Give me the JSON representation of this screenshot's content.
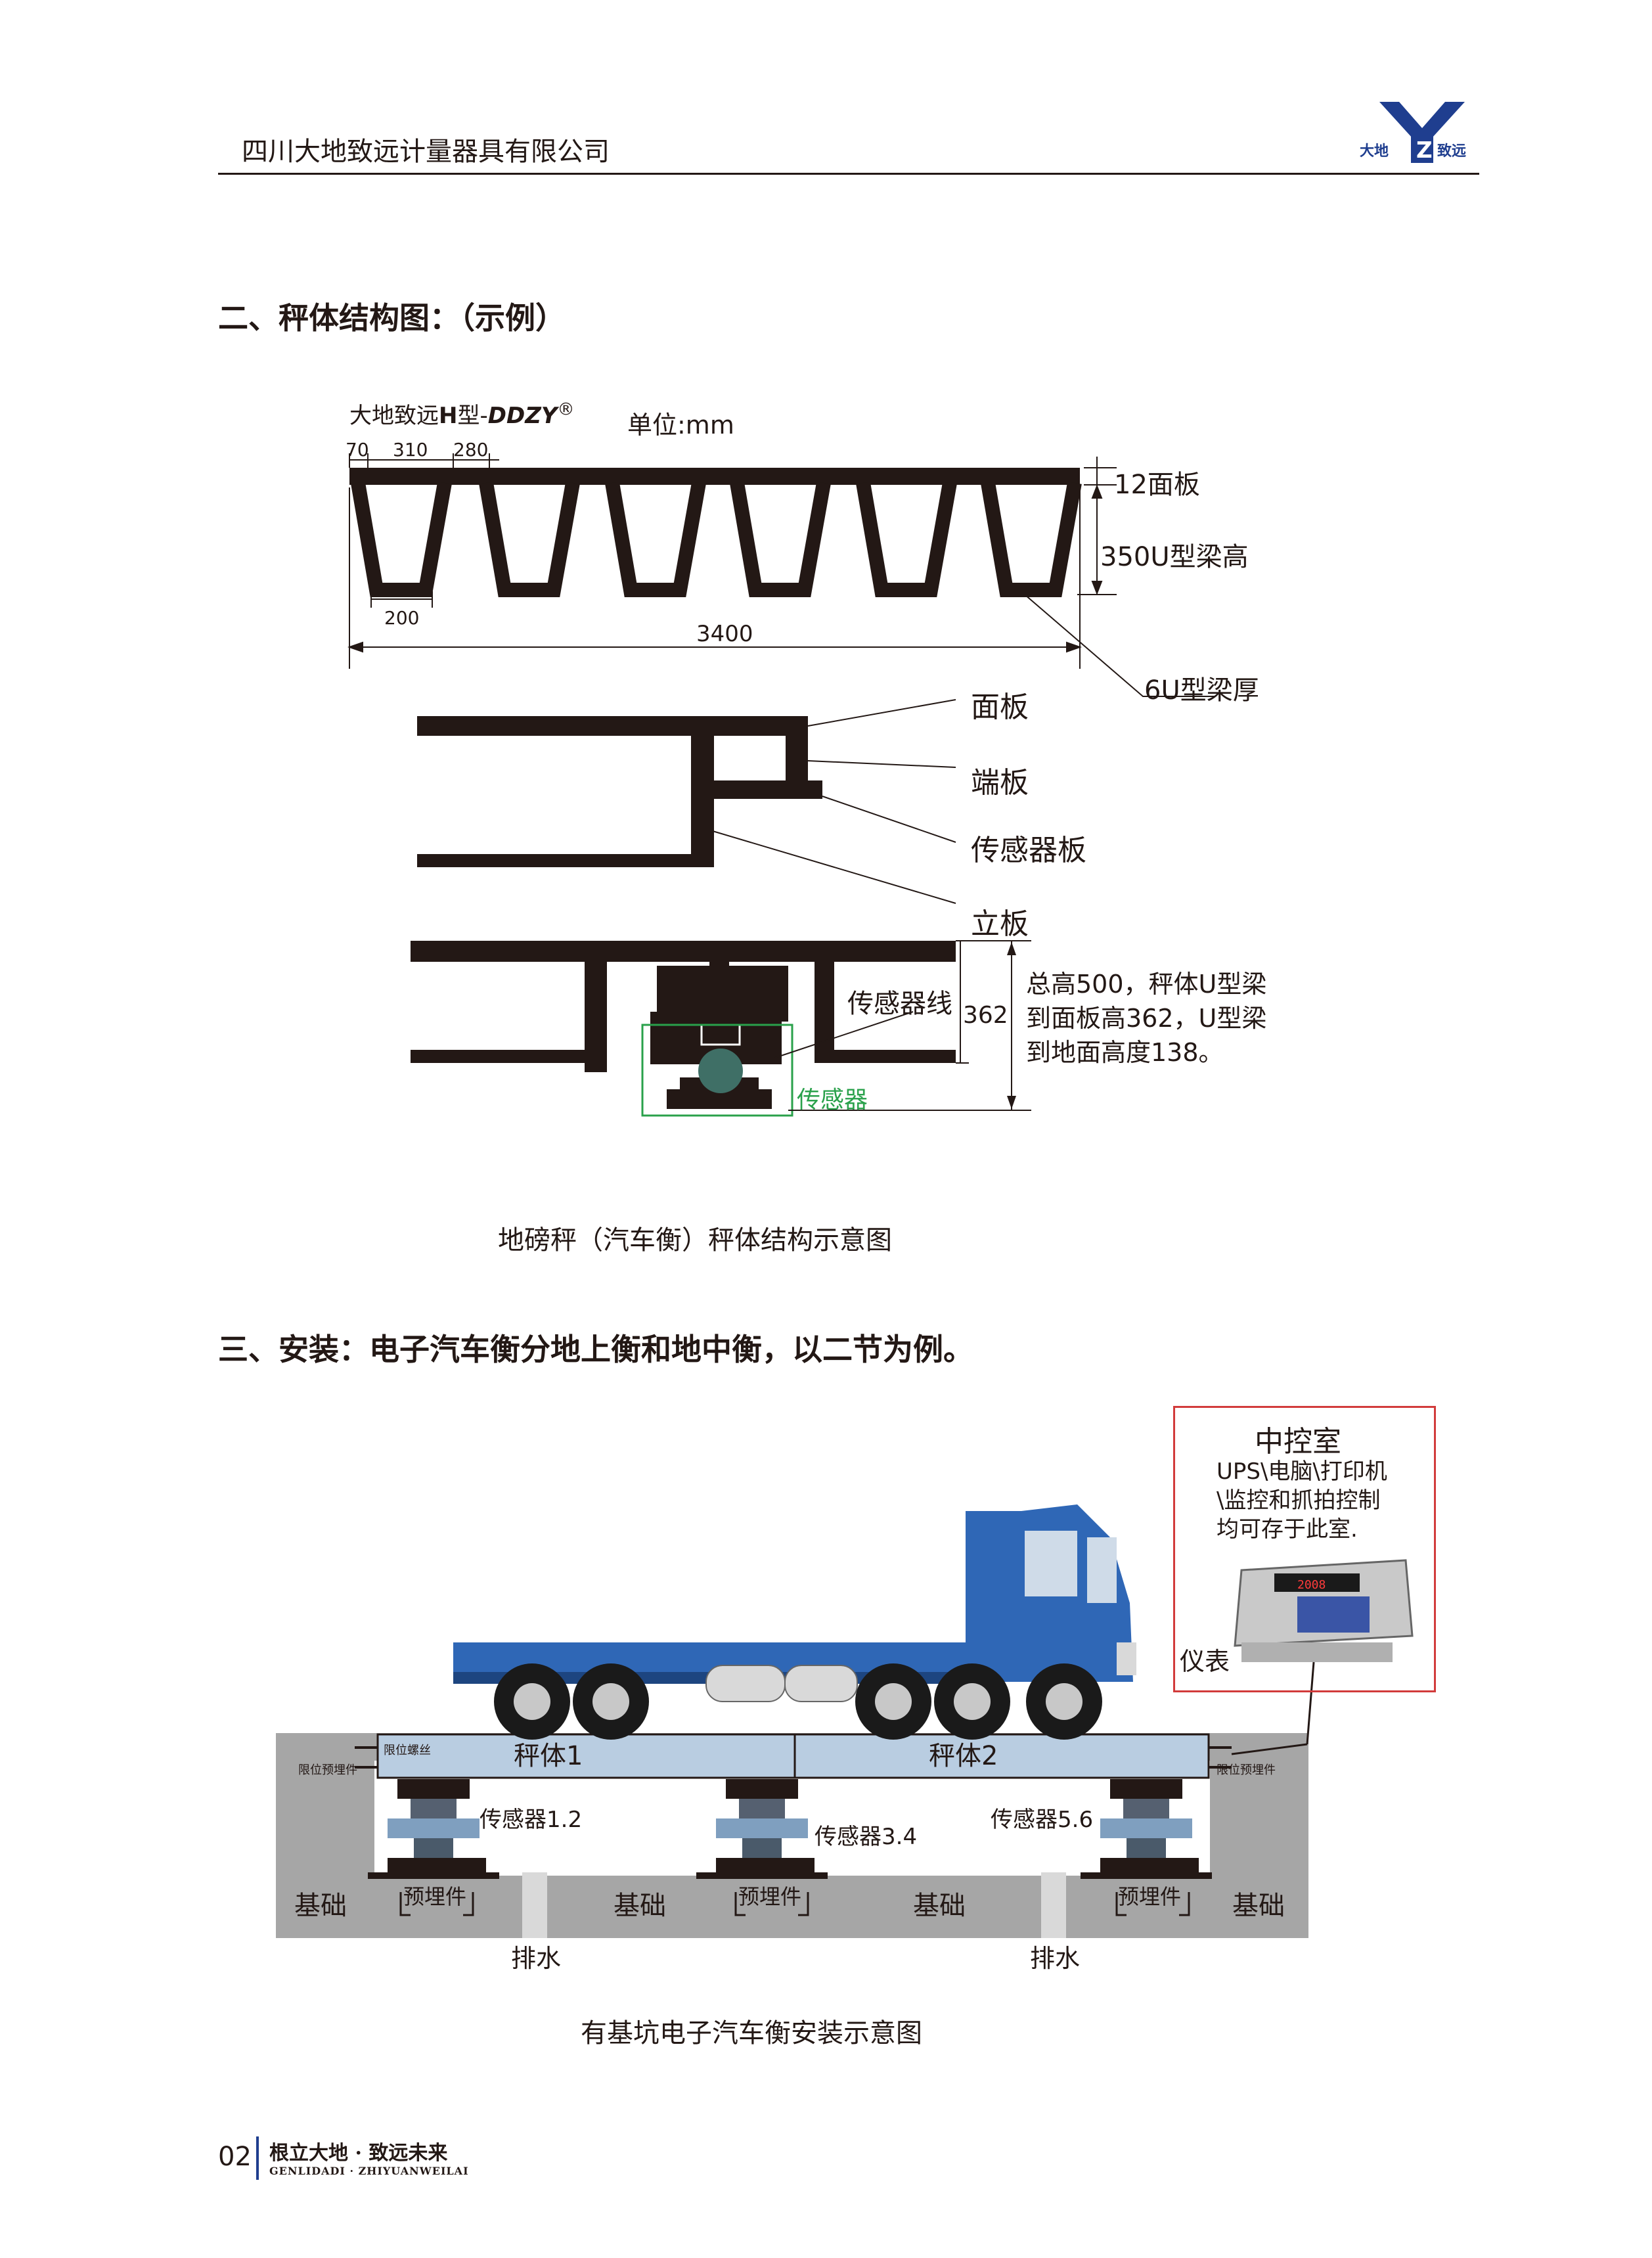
{
  "header": {
    "company": "四川大地致远计量器具有限公司",
    "logo_text_left": "大地",
    "logo_text_right": "致远"
  },
  "section2": {
    "heading": "二、秤体结构图：（示例）",
    "model_prefix": "大地致远",
    "model_bold": "H",
    "model_suffix": "型",
    "model_brand": "DDZY",
    "registered": "®",
    "unit": "单位:mm",
    "dims": {
      "d70": "70",
      "d310": "310",
      "d280": "280",
      "d200": "200",
      "d3400": "3400",
      "panel12": "12面板",
      "beam350": "350U型梁高",
      "beam6": "6U型梁厚"
    },
    "parts": {
      "panel": "面板",
      "end_plate": "端板",
      "sensor_plate": "传感器板",
      "riser": "立板"
    },
    "detail": {
      "sensor_line": "传感器线",
      "sensor": "传感器",
      "h362": "362",
      "note_l1": "总高500，秤体U型梁",
      "note_l2": "到面板高362，U型梁",
      "note_l3": "到地面高度138。"
    },
    "caption": "地磅秤（汽车衡）秤体结构示意图"
  },
  "section3": {
    "heading": "三、安装：电子汽车衡分地上衡和地中衡，以二节为例。",
    "control_room": {
      "title": "中控室",
      "line1": "UPS\\电脑\\打印机",
      "line2": "\\监控和抓拍控制",
      "line3": "均可存于此室.",
      "meter": "仪表",
      "display": "2008"
    },
    "scale1": "秤体1",
    "scale2": "秤体2",
    "limit_bolt": "限位螺丝",
    "limit_embed": "限位预埋件",
    "sensors": [
      "传感器1.2",
      "传感器3.4",
      "传感器5.6"
    ],
    "foundation": "基础",
    "embed": "预埋件",
    "drain": "排水",
    "caption": "有基坑电子汽车衡安装示意图"
  },
  "footer": {
    "page": "02",
    "slogan_cn": "根立大地 · 致远未来",
    "slogan_en": "GENLIDADI · ZHIYUANWEILAI"
  },
  "colors": {
    "truck_blue": "#2f67b6",
    "sensor_green": "#2aa14b",
    "control_border": "#d23b3b",
    "pit_gray": "#a6a6a6",
    "scale_body": "#b9cde1",
    "logo_blue": "#1f3e8f"
  }
}
